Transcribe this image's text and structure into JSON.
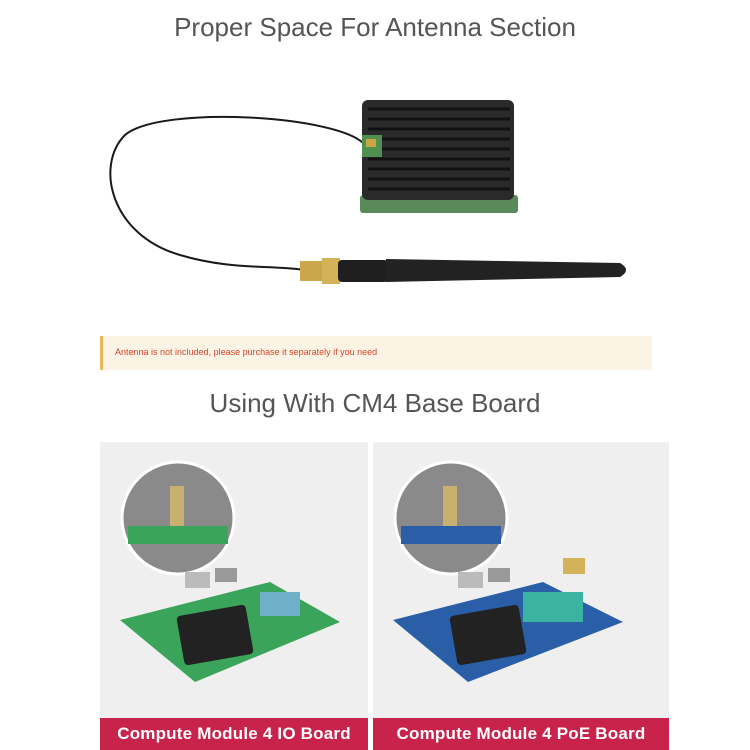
{
  "section_antenna": {
    "title": "Proper Space For Antenna Section"
  },
  "notice": {
    "text": "Antenna is not included, please purchase it separately if you need"
  },
  "section_baseboard": {
    "title": "Using With CM4 Base Board"
  },
  "boards": [
    {
      "label": "Compute Module 4 IO Board",
      "pcb_color": "#3aa55a"
    },
    {
      "label": "Compute Module 4 PoE Board",
      "pcb_color": "#2a5fa8"
    }
  ],
  "colors": {
    "accent": "#c8234b",
    "notice_bg": "#fbf3e4",
    "notice_border": "#e8b85a",
    "notice_text": "#d9442b"
  }
}
